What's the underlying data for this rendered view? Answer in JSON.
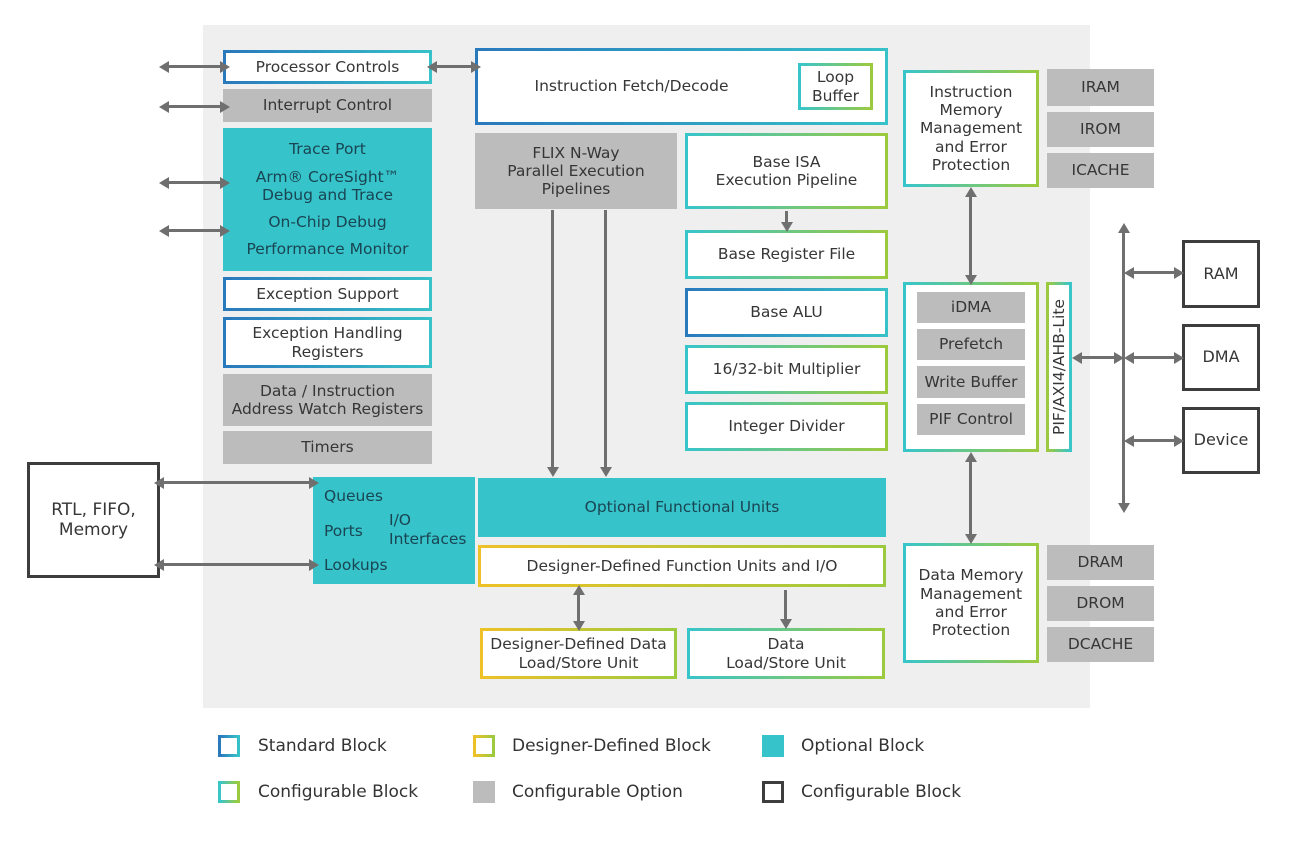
{
  "colors": {
    "teal_fill": "#36c3c9",
    "gray_fill": "#bcbcbc",
    "panel_bg": "#efeff0",
    "standard_border_left": "#2979bd",
    "standard_border_right": "#37c1c8",
    "configurable_border_left": "#38c5ca",
    "configurable_border_right": "#9cca3e",
    "designer_border_left": "#eec127",
    "designer_border_right": "#9cca3e",
    "dark_border": "#3d3d3d",
    "arrow": "#6f6f6f",
    "text": "#363636",
    "teal_block_text": "#1a4553"
  },
  "diagram": {
    "left_column": {
      "processor_controls": "Processor Controls",
      "interrupt_control": "Interrupt Control",
      "trace_block": {
        "items": [
          "Trace Port",
          "Arm® CoreSight™\nDebug and Trace",
          "On-Chip Debug",
          "Performance Monitor"
        ]
      },
      "exception_support": "Exception Support",
      "exception_handling_registers": "Exception Handling\nRegisters",
      "address_watch_registers": "Data / Instruction\nAddress Watch Registers",
      "timers": "Timers"
    },
    "io_block": {
      "queues": "Queues",
      "ports": "Ports",
      "io_interfaces": "I/O\nInterfaces",
      "lookups": "Lookups"
    },
    "external": {
      "rtl_fifo_memory": "RTL, FIFO,\nMemory",
      "ram": "RAM",
      "dma": "DMA",
      "device": "Device"
    },
    "pipeline": {
      "instruction_fetch_decode": "Instruction Fetch/Decode",
      "loop_buffer": "Loop\nBuffer",
      "flix": "FLIX N-Way\nParallel Execution\nPipelines",
      "base_isa": "Base ISA\nExecution Pipeline",
      "base_register_file": "Base Register File",
      "base_alu": "Base ALU",
      "multiplier": "16/32-bit Multiplier",
      "integer_divider": "Integer Divider",
      "optional_functional_units": "Optional Functional Units",
      "designer_function_units": "Designer-Defined Function Units and I/O",
      "designer_load_store": "Designer-Defined Data\nLoad/Store Unit",
      "data_load_store": "Data\nLoad/Store Unit"
    },
    "memory": {
      "instruction_mmu": "Instruction\nMemory\nManagement\nand Error\nProtection",
      "iram": "IRAM",
      "irom": "IROM",
      "icache": "ICACHE",
      "idma_units": [
        "iDMA",
        "Prefetch",
        "Write Buffer",
        "PIF Control"
      ],
      "pif_bus": "PIF/AXI4/AHB-Lite",
      "data_mmu": "Data Memory\nManagement\nand Error\nProtection",
      "dram": "DRAM",
      "drom": "DROM",
      "dcache": "DCACHE"
    }
  },
  "legend": {
    "items": [
      {
        "label": "Standard Block",
        "type": "standard"
      },
      {
        "label": "Designer-Defined Block",
        "type": "designer"
      },
      {
        "label": "Optional Block",
        "type": "optional"
      },
      {
        "label": "Configurable Block",
        "type": "configurable"
      },
      {
        "label": "Configurable Option",
        "type": "option"
      },
      {
        "label": "Configurable Block",
        "type": "configurable-dark"
      }
    ]
  }
}
